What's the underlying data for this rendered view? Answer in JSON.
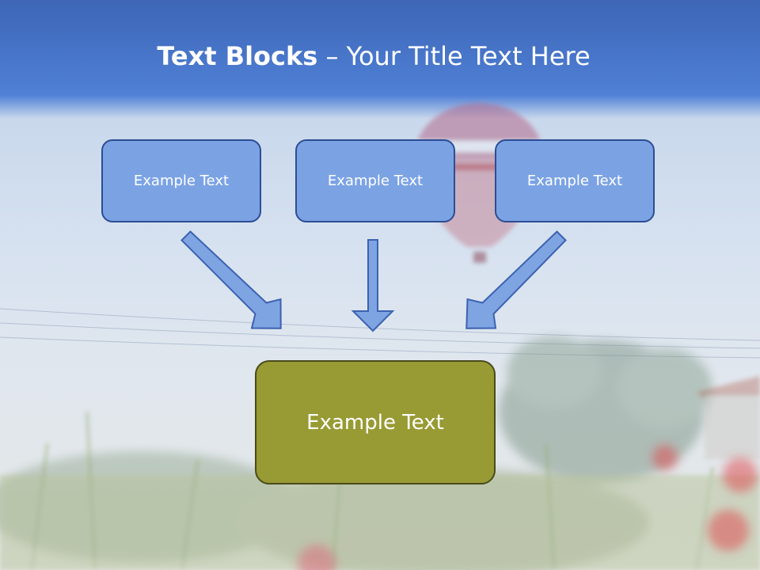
{
  "slide": {
    "title_bold": "Text Blocks",
    "title_separator": " – ",
    "title_rest": "Your Title Text Here"
  },
  "diagram": {
    "source_boxes": [
      {
        "label": "Example Text"
      },
      {
        "label": "Example Text"
      },
      {
        "label": "Example Text"
      }
    ],
    "target_box": {
      "label": "Example Text"
    }
  },
  "colors": {
    "source_fill": "#7ba3e4",
    "source_border": "#2c4d94",
    "target_fill": "#989a34",
    "target_border": "#4a4b1a",
    "arrow_fill": "#7fa4e2",
    "arrow_stroke": "#3b62b0"
  }
}
